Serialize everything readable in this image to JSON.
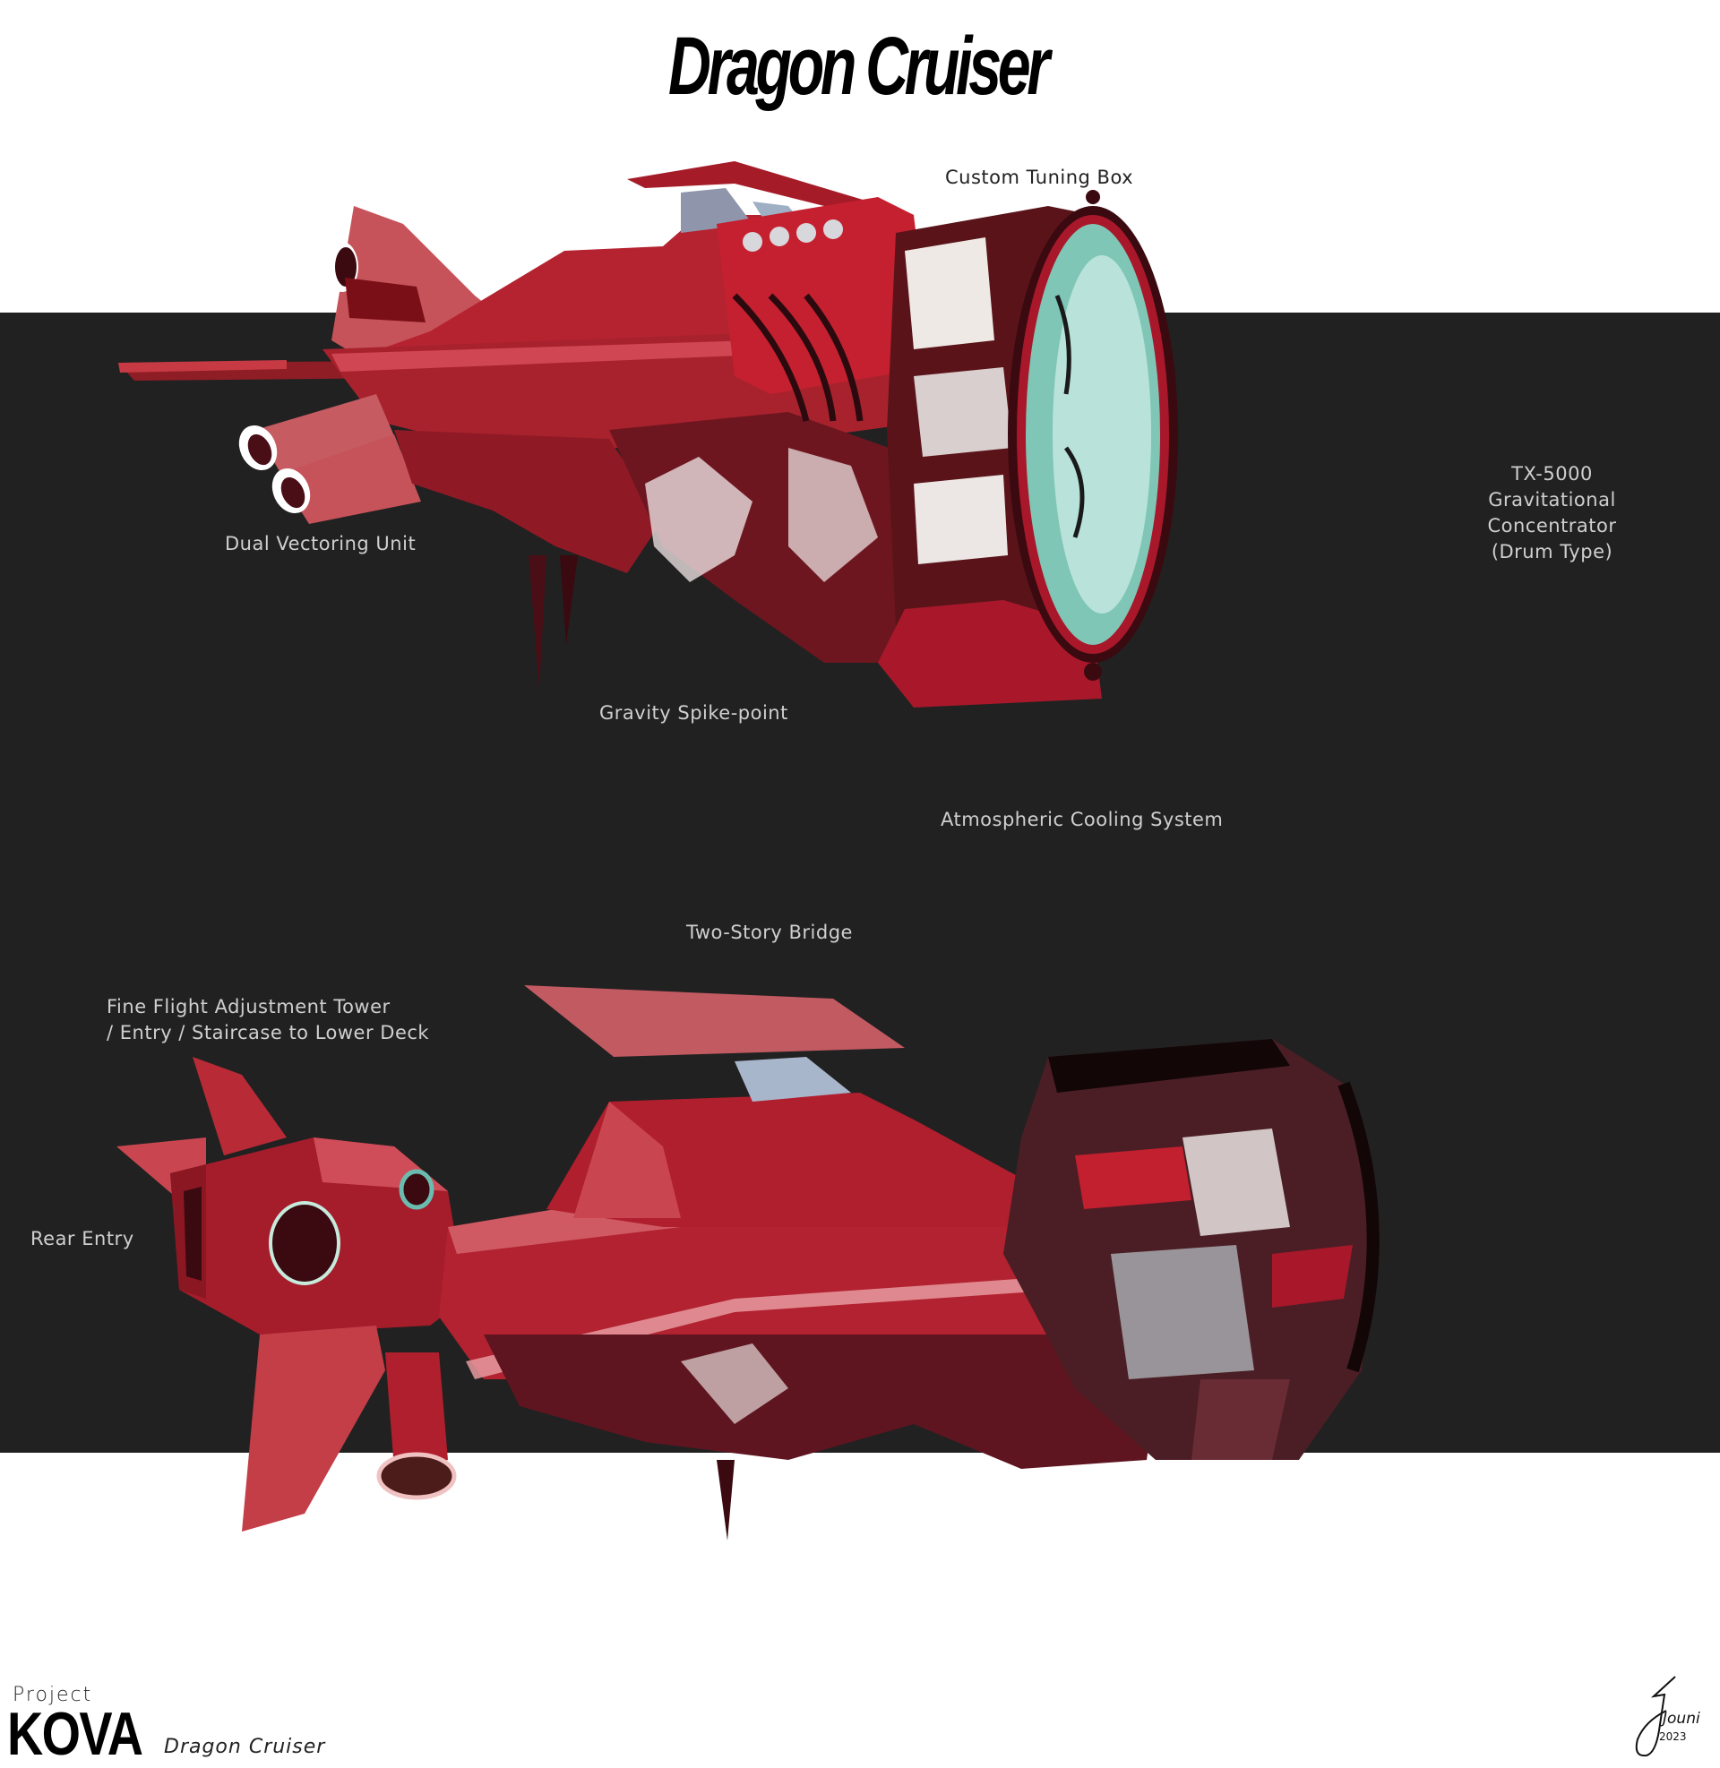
{
  "title": "Dragon Cruiser",
  "colors": {
    "background": "#ffffff",
    "band": "#212121",
    "hull_red": "#b8202e",
    "hull_light": "#d0505a",
    "hull_dark": "#5a0f17",
    "engine_glow": "#7fc6b6",
    "label_on_dark": "#cfcfcf",
    "label_on_light": "#222222"
  },
  "top_view": {
    "labels": {
      "custom_tuning_box": "Custom Tuning Box",
      "dual_vectoring_unit": "Dual Vectoring Unit",
      "gravitational_concentrator": [
        "TX-5000",
        "Gravitational",
        "Concentrator",
        "(Drum Type)"
      ],
      "gravity_spike_point": "Gravity Spike-point",
      "atmospheric_cooling_system": "Atmospheric Cooling System"
    }
  },
  "bottom_view": {
    "labels": {
      "two_story_bridge": "Two-Story Bridge",
      "fine_flight_tower": [
        "Fine Flight Adjustment Tower",
        "/ Entry / Staircase to Lower Deck"
      ],
      "rear_entry": "Rear Entry"
    }
  },
  "footer": {
    "project": "Project",
    "name": "KOVA",
    "subtitle": "Dragon Cruiser"
  },
  "signature": {
    "name": "Jouni",
    "year": "2023"
  }
}
